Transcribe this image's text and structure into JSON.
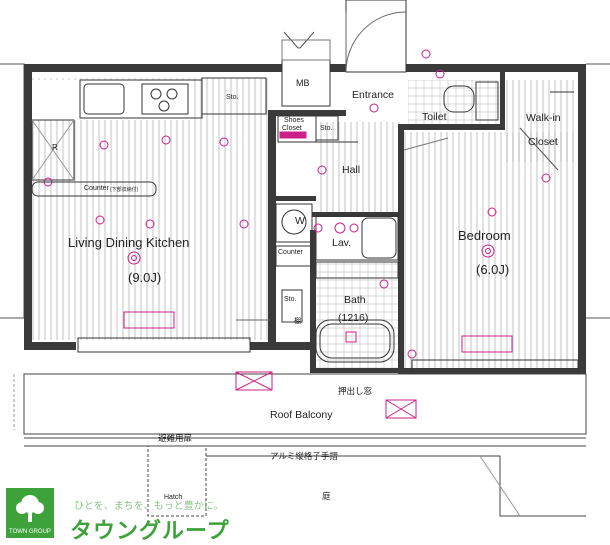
{
  "rooms": {
    "ldk_name": "Living Dining Kitchen",
    "ldk_size": "(9.0J)",
    "bedroom_name": "Bedroom",
    "bedroom_size": "(6.0J)",
    "entrance": "Entrance",
    "toilet": "Toilet",
    "walkin_line1": "Walk-in",
    "walkin_line2": "Closet",
    "hall": "Hall",
    "lav": "Lav.",
    "bath": "Bath",
    "bath_size": "(1216)",
    "roof_balcony": "Roof Balcony",
    "mb": "MB",
    "sto_kitchen": "Sto.",
    "sto_hall": "Sto.",
    "sto_lower": "Sto.",
    "shoes_line1": "Shoes",
    "shoes_line2": "Closet",
    "counter_kitchen": "Counter",
    "counter_kitchen_note": "(下部収納付)",
    "counter_lav": "Counter",
    "washer": "W",
    "fridge": "R",
    "shelf": "棚"
  },
  "annotations": {
    "sliding_window": "押出し窓",
    "evacuation_hatch": "避難用扉",
    "aluminum_railing": "アルミ縦格子手摺",
    "garden": "庭",
    "hatch": "Hatch"
  },
  "logo": {
    "company": "TOWN GROUP",
    "slogan": "ひとを、まちを、もっと豊かに。",
    "brand": "タウングループ"
  },
  "colors": {
    "wall": "#3a3a3a",
    "fixture": "#cc1f8a",
    "logo_green": "#3ea23b"
  }
}
